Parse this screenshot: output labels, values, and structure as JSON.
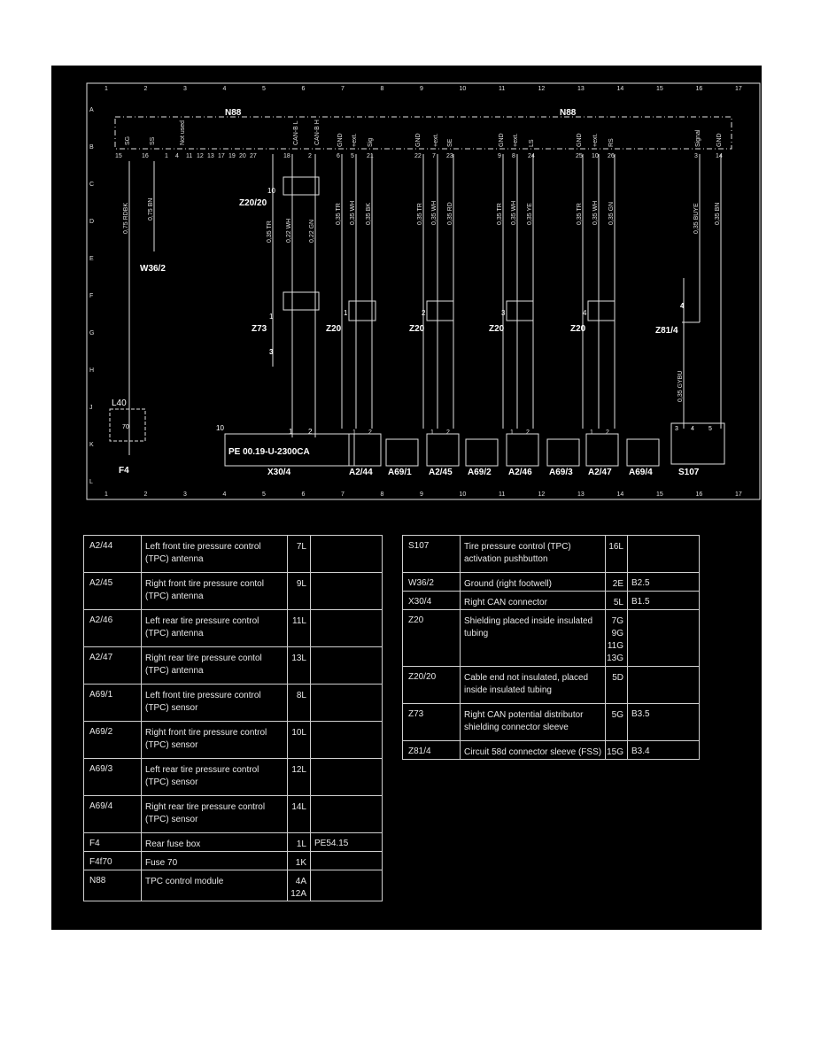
{
  "diagram": {
    "grid_columns": [
      "1",
      "2",
      "3",
      "4",
      "5",
      "6",
      "7",
      "8",
      "9",
      "10",
      "11",
      "12",
      "13",
      "14",
      "15",
      "16",
      "17"
    ],
    "grid_rows": [
      "A",
      "B",
      "C",
      "D",
      "E",
      "F",
      "G",
      "H",
      "J",
      "K",
      "L"
    ],
    "module_left": {
      "name": "N88",
      "pin_labels": [
        "SG",
        "SS",
        "Not used",
        "CAN-B L",
        "CAN-B H"
      ],
      "pins": [
        "15",
        "16",
        "1",
        "4",
        "11",
        "12",
        "13",
        "17",
        "19",
        "20",
        "27",
        "18",
        "2"
      ]
    },
    "module_right": {
      "name": "N88",
      "pin_labels": [
        "GND",
        "+ext.",
        "Sig",
        "GND",
        "+ext.",
        "SE",
        "GND",
        "+ext.",
        "LS",
        "GND",
        "+ext.",
        "RS",
        "Signal",
        "GND"
      ],
      "pins": [
        "6",
        "5",
        "21",
        "22",
        "7",
        "23",
        "9",
        "8",
        "24",
        "25",
        "10",
        "26",
        "3",
        "14"
      ]
    },
    "wires": [
      "0,75 RDBK",
      "0,75 BN",
      "0,35 TR",
      "0,22 WH",
      "0,22 GN",
      "0,35 TR",
      "0,35 WH",
      "0,35 BK",
      "0,35 TR",
      "0,35 WH",
      "0,35 RD",
      "0,35 TR",
      "0,35 WH",
      "0,35 YE",
      "0,35 TR",
      "0,35 WH",
      "0,35 GN",
      "0,35 BUYE",
      "0,35 BN",
      "0,35 GYBU"
    ],
    "labels": {
      "w36": "W36/2",
      "z2020": "Z20/20",
      "z2020_num": "10",
      "z73": "Z73",
      "z73_num": "1",
      "z73_arrow": "3",
      "z20": "Z20",
      "z20_nums": [
        "1",
        "2",
        "3",
        "4"
      ],
      "z814": "Z81/4",
      "z814_arrow": "4",
      "l40": "L40",
      "fuse_num": "70",
      "f4": "F4",
      "x30_num": "10",
      "x30": "X30/4",
      "x30_pins": [
        "1",
        "2"
      ],
      "x30_text": "PE 00.19-U-2300CA",
      "connectors": [
        "A2/44",
        "A69/1",
        "A2/45",
        "A69/2",
        "A2/46",
        "A69/3",
        "A2/47",
        "A69/4",
        "S107"
      ],
      "pins12": [
        "1",
        "2"
      ],
      "s107_pins": [
        "3",
        "4",
        "5"
      ]
    }
  },
  "table_left": [
    {
      "code": "A2/44",
      "desc": "Left front tire pressure control\n(TPC) antenna",
      "loc": "7L",
      "ref": ""
    },
    {
      "code": "A2/45",
      "desc": "Right front tire pressure contol\n(TPC) antenna",
      "loc": "9L",
      "ref": ""
    },
    {
      "code": "A2/46",
      "desc": "Left rear tire pressure control\n(TPC) antenna",
      "loc": "11L",
      "ref": ""
    },
    {
      "code": "A2/47",
      "desc": "Right rear tire pressure contol\n(TPC) antenna",
      "loc": "13L",
      "ref": ""
    },
    {
      "code": "A69/1",
      "desc": "Left front tire pressure control\n(TPC) sensor",
      "loc": "8L",
      "ref": ""
    },
    {
      "code": "A69/2",
      "desc": "Right front tire pressure control\n(TPC) sensor",
      "loc": "10L",
      "ref": ""
    },
    {
      "code": "A69/3",
      "desc": "Left rear tire pressure control\n(TPC) sensor",
      "loc": "12L",
      "ref": ""
    },
    {
      "code": "A69/4",
      "desc": "Right rear tire pressure control\n(TPC) sensor",
      "loc": "14L",
      "ref": ""
    },
    {
      "code": "F4",
      "desc": "Rear fuse box",
      "loc": "1L",
      "ref": "PE54.15"
    },
    {
      "code": "F4f70",
      "desc": "Fuse 70",
      "loc": "1K",
      "ref": ""
    },
    {
      "code": "N88",
      "desc": "TPC control module",
      "loc": "4A\n12A",
      "ref": ""
    }
  ],
  "table_right": [
    {
      "code": "S107",
      "desc": "Tire pressure control (TPC)\nactivation pushbutton",
      "loc": "16L",
      "ref": ""
    },
    {
      "code": "W36/2",
      "desc": "Ground (right footwell)",
      "loc": "2E",
      "ref": "B2.5"
    },
    {
      "code": "X30/4",
      "desc": "Right CAN connector",
      "loc": "5L",
      "ref": "B1.5"
    },
    {
      "code": "Z20",
      "desc": "Shielding placed inside insulated\ntubing",
      "loc": "7G\n9G\n11G\n13G",
      "ref": ""
    },
    {
      "code": "Z20/20",
      "desc": "Cable end not insulated, placed\ninside insulated tubing",
      "loc": "5D",
      "ref": ""
    },
    {
      "code": "Z73",
      "desc": "Right CAN potential distributor\nshielding connector sleeve",
      "loc": "5G",
      "ref": "B3.5"
    },
    {
      "code": "Z81/4",
      "desc": "Circuit 58d connector sleeve (FSS)",
      "loc": "15G",
      "ref": "B3.4"
    }
  ]
}
